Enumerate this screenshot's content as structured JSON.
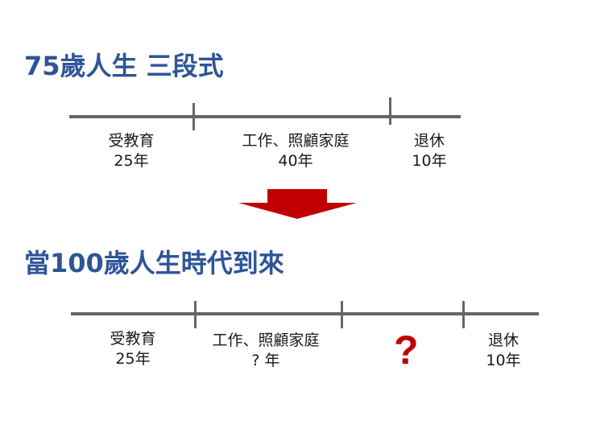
{
  "colors": {
    "title": "#2E5597",
    "line": "#666666",
    "label": "#1a1a1a",
    "accent": "#C00000"
  },
  "section1": {
    "title": "75歲人生 三段式",
    "segments": [
      {
        "label": "受教育",
        "duration": "25年"
      },
      {
        "label": "工作、照顧家庭",
        "duration": "40年"
      },
      {
        "label": "退休",
        "duration": "10年"
      }
    ]
  },
  "transition": {
    "icon": "down-arrow-icon"
  },
  "section2": {
    "title": "當100歲人生時代到來",
    "segments": [
      {
        "label": "受教育",
        "duration": "25年"
      },
      {
        "label": "工作、照顧家庭",
        "duration": "? 年"
      },
      {
        "label": "?",
        "duration": ""
      },
      {
        "label": "退休",
        "duration": "10年"
      }
    ]
  }
}
